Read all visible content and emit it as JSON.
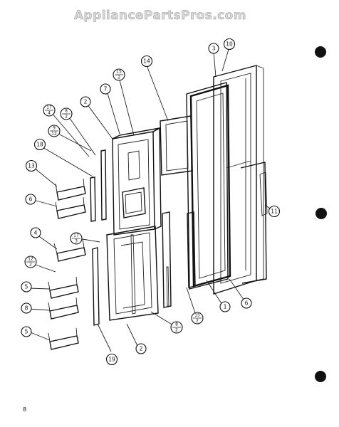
{
  "watermark": "AppliancePartsPros.com",
  "page_mark": "8",
  "callouts": [
    {
      "id": "c3",
      "label": "3"
    },
    {
      "id": "c10",
      "label": "10"
    },
    {
      "id": "c14",
      "label": "14"
    },
    {
      "id": "c15a",
      "num": "15",
      "den": "2"
    },
    {
      "id": "c7",
      "label": "7"
    },
    {
      "id": "c2a",
      "label": "2"
    },
    {
      "id": "c17a",
      "num": "17",
      "den": "4"
    },
    {
      "id": "c8a",
      "num": "8",
      "den": "2"
    },
    {
      "id": "c9",
      "num": "9",
      "den": "12"
    },
    {
      "id": "c18",
      "label": "18"
    },
    {
      "id": "c13",
      "label": "13"
    },
    {
      "id": "c6a",
      "label": "6"
    },
    {
      "id": "c4",
      "label": "4"
    },
    {
      "id": "c17b",
      "num": "17",
      "den": "3"
    },
    {
      "id": "c12",
      "num": "12",
      "den": "2"
    },
    {
      "id": "c5a",
      "label": "5"
    },
    {
      "id": "c8b",
      "label": "8"
    },
    {
      "id": "c5b",
      "label": "5"
    },
    {
      "id": "c19",
      "label": "19"
    },
    {
      "id": "c2b",
      "label": "2"
    },
    {
      "id": "c8c",
      "num": "8",
      "den": "2"
    },
    {
      "id": "c15b",
      "num": "15",
      "den": "2"
    },
    {
      "id": "c1",
      "label": "1"
    },
    {
      "id": "c6b",
      "label": "6"
    },
    {
      "id": "c11",
      "label": "11"
    }
  ]
}
